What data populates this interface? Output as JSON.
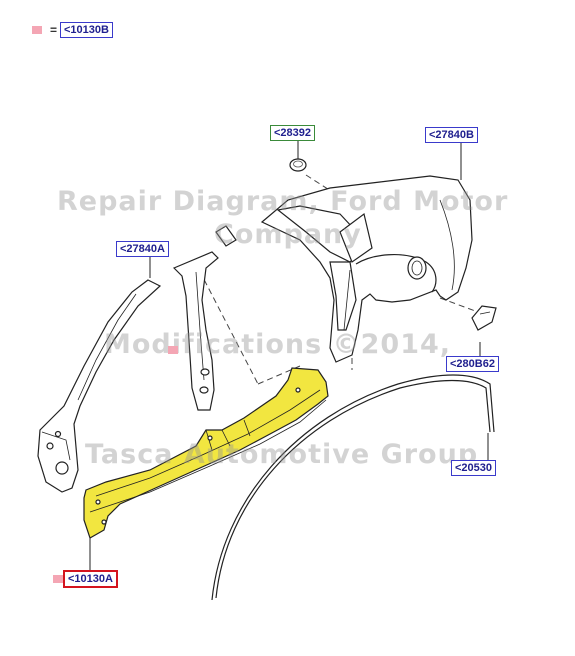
{
  "legend": {
    "equals": "=",
    "label": "<10130B"
  },
  "callouts": {
    "c28392": "<28392",
    "c27840b": "<27840B",
    "c27840a": "<27840A",
    "c280b62": "<280B62",
    "c20530": "<20530",
    "c10130a": "<10130A"
  },
  "watermark": {
    "line1": "Repair Diagram, Ford Motor",
    "line2": "Company",
    "line3": "Modifications ©2014,",
    "line4": "Tasca Automotive Group"
  },
  "colors": {
    "highlight": "#f2e640",
    "callout_border": "#3a3acb",
    "callout_text": "#20208f",
    "green_border": "#3a8a3a",
    "red_border": "#d4141e",
    "marker_pink": "#f4a6b4"
  }
}
